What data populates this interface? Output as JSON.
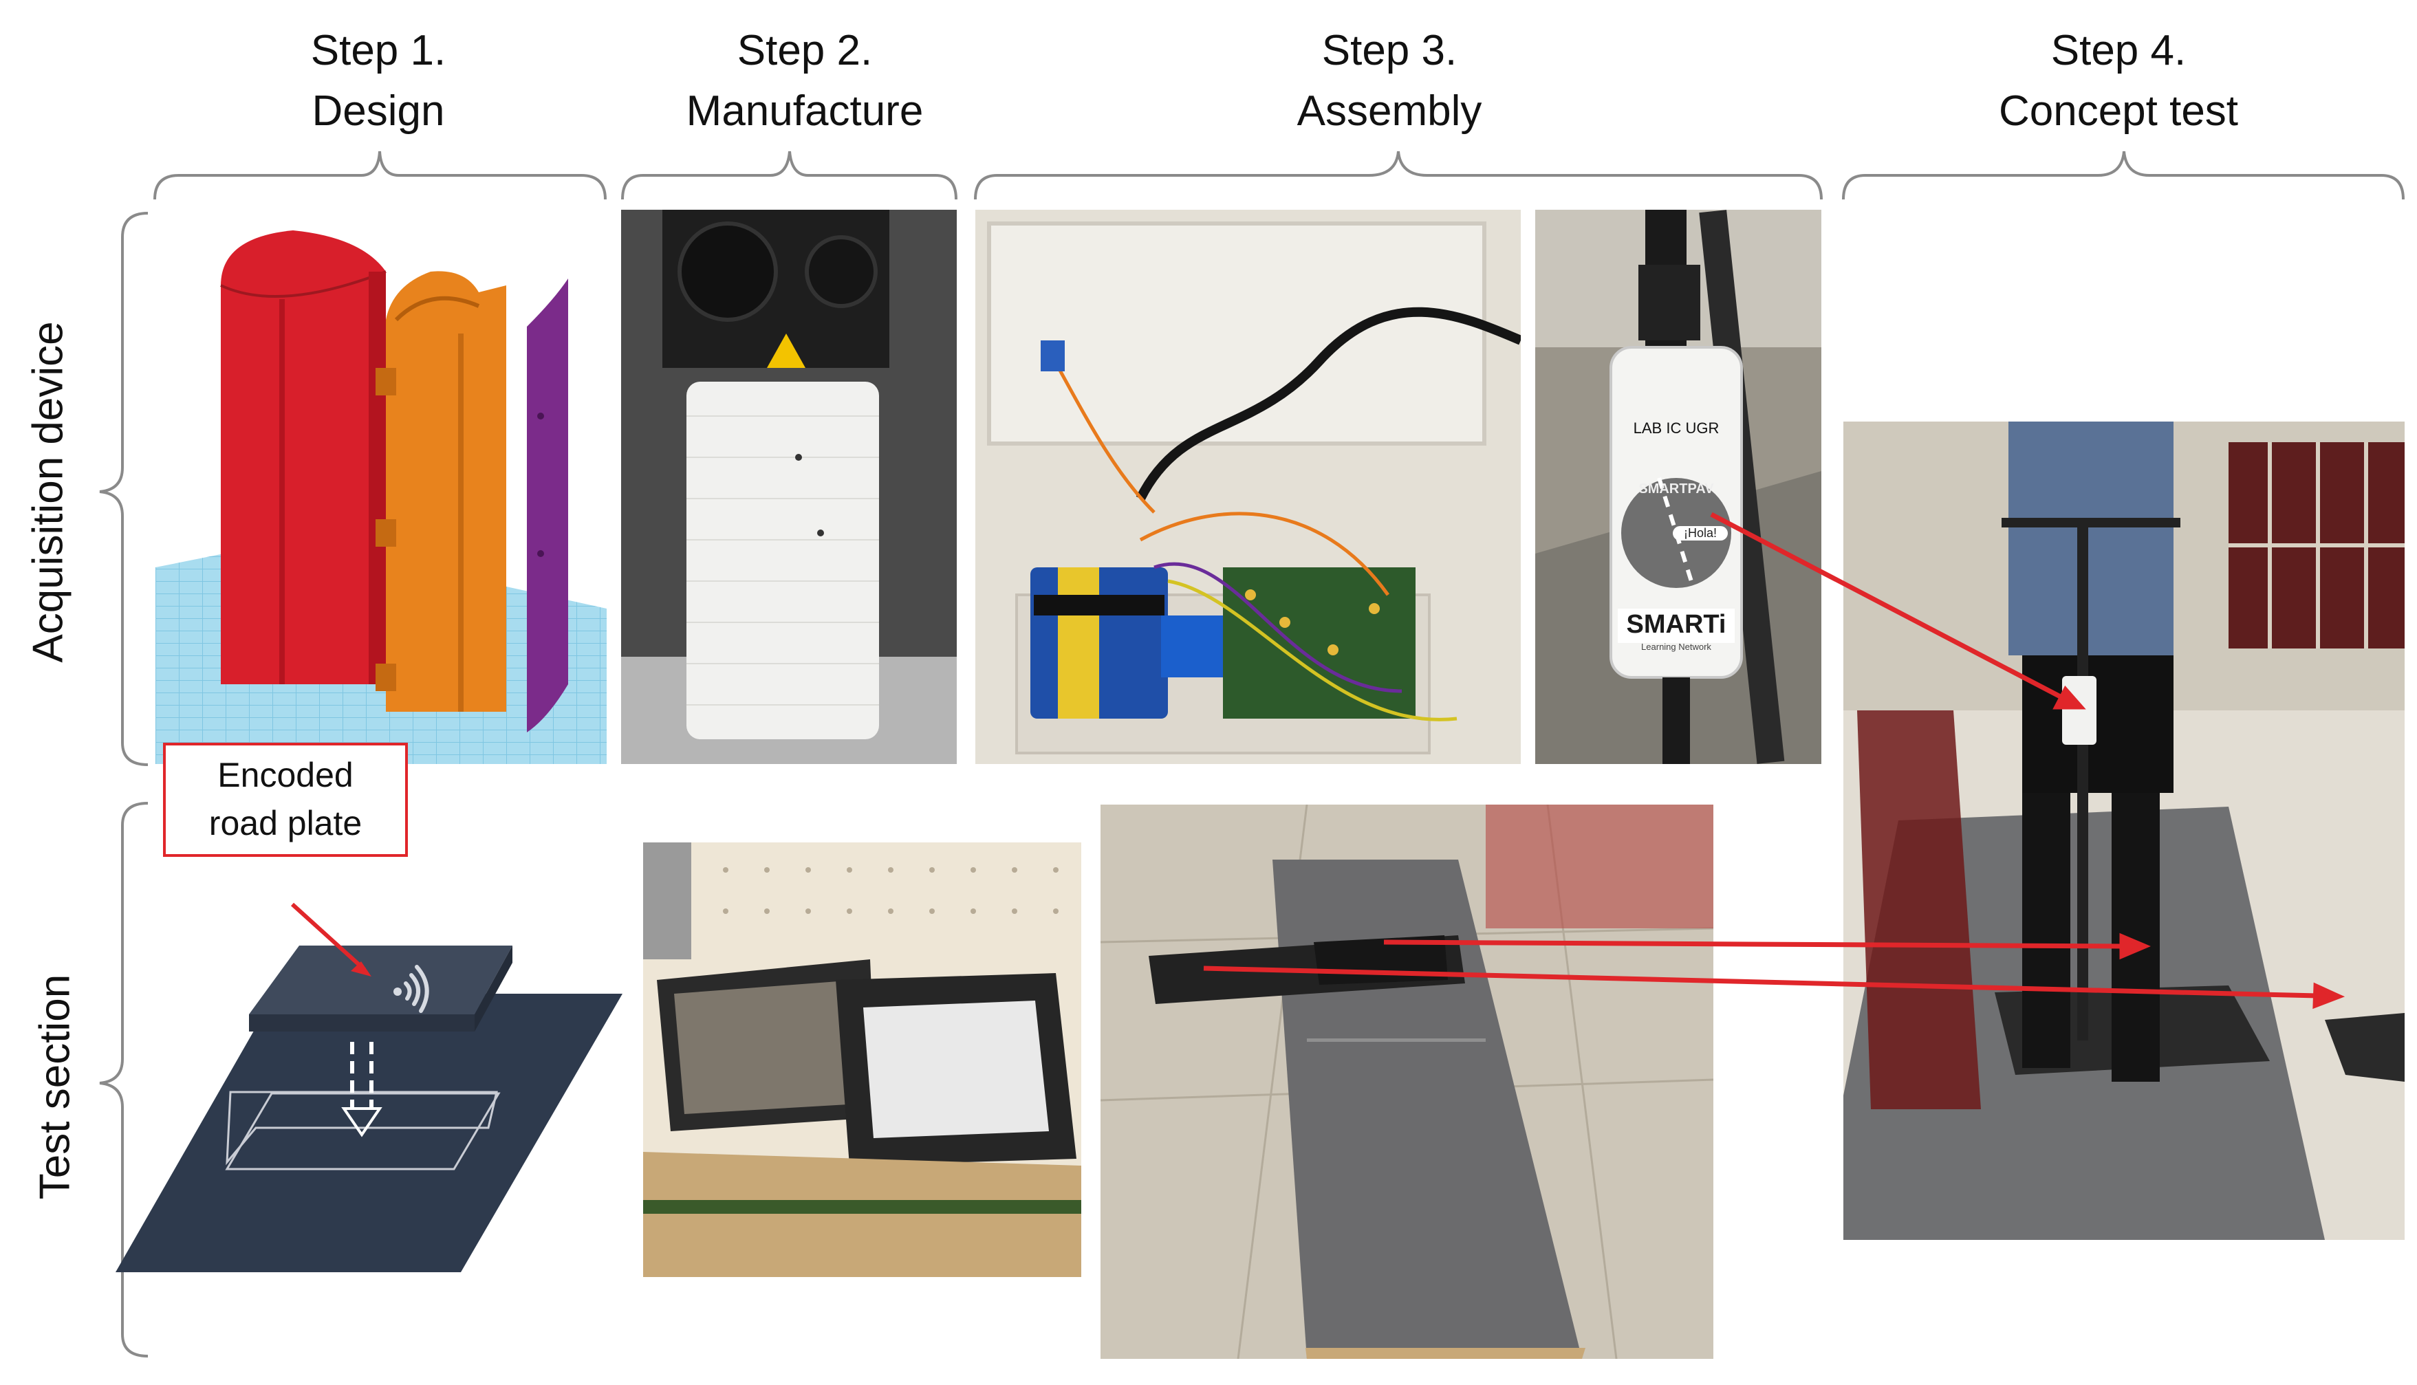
{
  "steps": [
    {
      "number": "Step 1.",
      "name": "Design"
    },
    {
      "number": "Step 2.",
      "name": "Manufacture"
    },
    {
      "number": "Step 3.",
      "name": "Assembly"
    },
    {
      "number": "Step 4.",
      "name": "Concept test"
    }
  ],
  "rows": {
    "acquisition": "Acquisition device",
    "test": "Test section"
  },
  "callout": {
    "line1": "Encoded",
    "line2": "road plate"
  },
  "label_text": {
    "brand1": "SMARTPAV",
    "bubble": "¡Hola!",
    "brand2": "SMARTi",
    "sub2": "Learning Network",
    "logo": "LAB IC UGR"
  },
  "colors": {
    "arrow": "#e0262a",
    "plate": "#2e3a4d",
    "tinkercad_grid": "#a8dcef",
    "red_part": "#d81f2b",
    "orange_part": "#e8831d",
    "purple_part": "#7b2b8a"
  }
}
